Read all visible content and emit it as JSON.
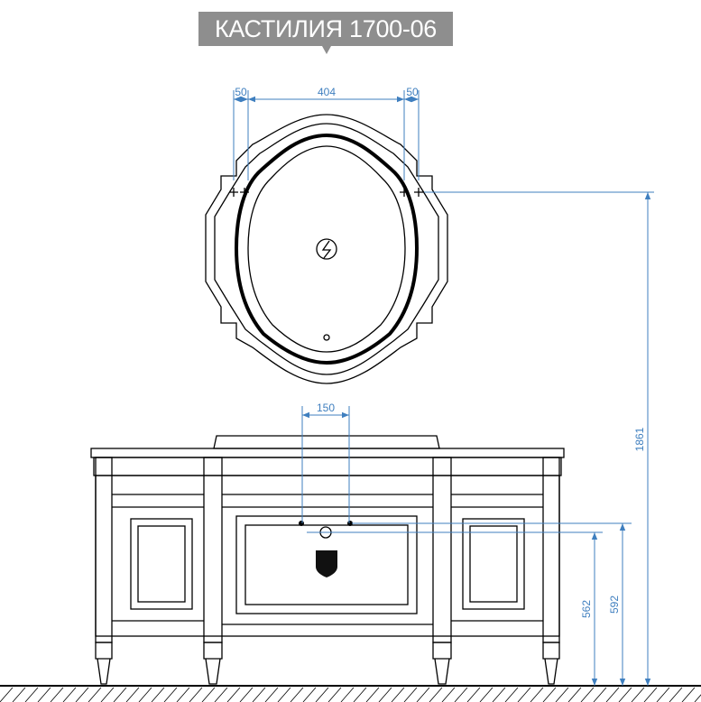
{
  "title": "КАСТИЛИЯ 1700-06",
  "dimensions": {
    "mirror_left_offset": "50",
    "mirror_span": "404",
    "mirror_right_offset": "50",
    "faucet_spacing": "150",
    "total_height": "1861",
    "height_592": "592",
    "height_562": "562"
  },
  "colors": {
    "dimension": "#3f7fbf",
    "title_bg": "#8e8e8e"
  }
}
